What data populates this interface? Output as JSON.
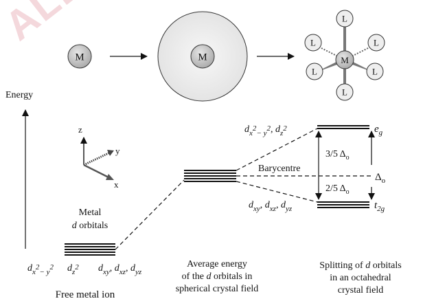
{
  "watermark": "ALLEN",
  "atoms": {
    "metal": "M",
    "ligand": "L"
  },
  "energy_label": "Energy",
  "axes": {
    "z": "z",
    "y": "y",
    "x": "x"
  },
  "free_ion": {
    "title_line1": "Metal",
    "title_line2_italic": "d",
    "title_line2_rest": " orbitals",
    "orbitals": [
      "d_{x²−y²}",
      "d_{z²}",
      "d_{xy}",
      "d_{xz}",
      "d_{yz}"
    ],
    "caption": "Free metal ion"
  },
  "spherical": {
    "caption_line1": "Average energy",
    "caption_line2_pre": "of the ",
    "caption_line2_italic": "d",
    "caption_line2_post": " orbitals in",
    "caption_line3": "spherical crystal field"
  },
  "octahedral": {
    "eg_orbitals": "d_{x²−y²}, d_{z²}",
    "eg_label": "e",
    "eg_sub": "g",
    "t2g_orbitals": "d_{xy}, d_{xz}, d_{yz}",
    "t2g_label": "t",
    "t2g_sub": "2g",
    "barycentre": "Barycentre",
    "upper_gap": "3/5 Δ",
    "upper_gap_sub": "o",
    "lower_gap": "2/5 Δ",
    "lower_gap_sub": "o",
    "total_gap": "Δ",
    "total_gap_sub": "o",
    "caption_line1_pre": "Splitting of ",
    "caption_line1_italic": "d",
    "caption_line1_post": " orbitals",
    "caption_line2": "in an octahedral",
    "caption_line3": "crystal field"
  }
}
